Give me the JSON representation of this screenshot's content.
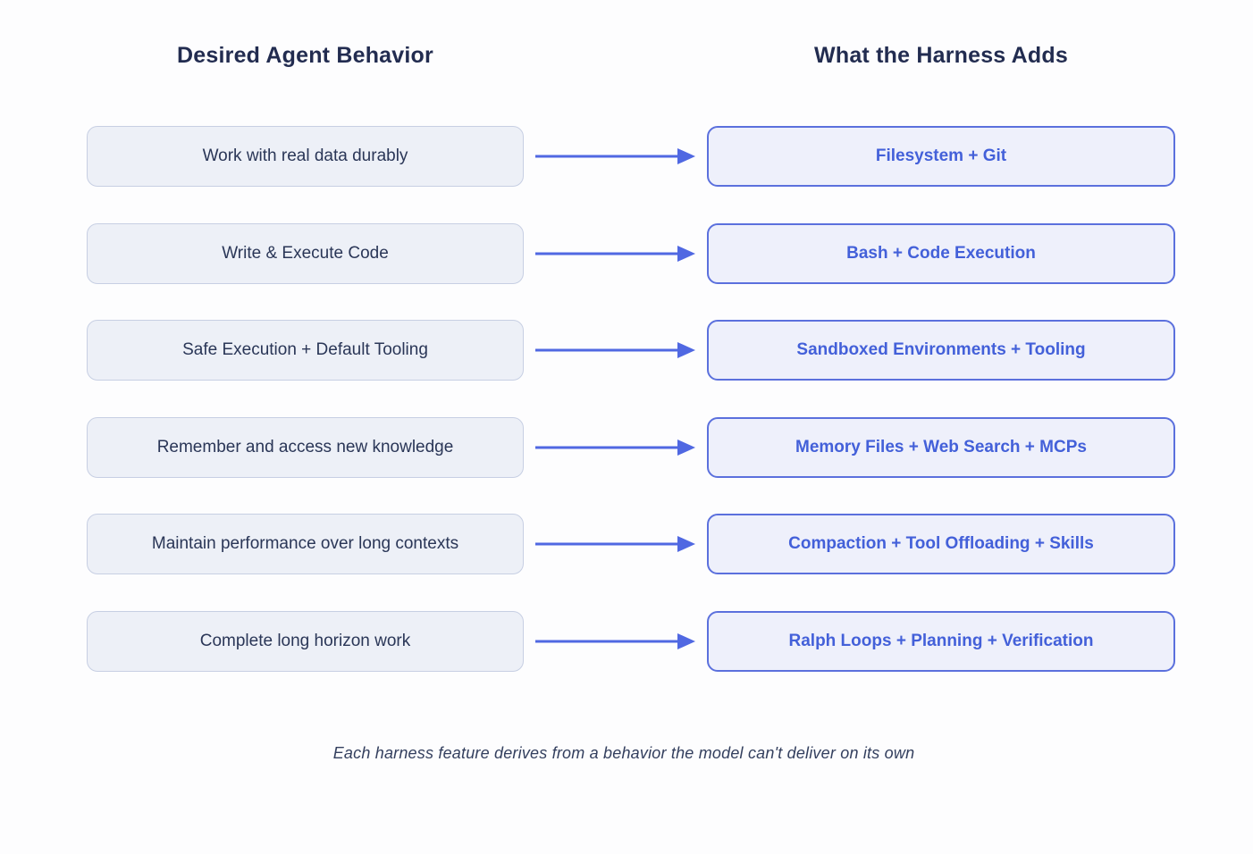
{
  "diagram": {
    "left_title": "Desired Agent Behavior",
    "right_title": "What the Harness Adds",
    "rows": [
      {
        "behavior": "Work with real data durably",
        "harness": "Filesystem + Git"
      },
      {
        "behavior": "Write & Execute Code",
        "harness": "Bash + Code Execution"
      },
      {
        "behavior": "Safe Execution + Default Tooling",
        "harness": "Sandboxed Environments + Tooling"
      },
      {
        "behavior": "Remember and access new knowledge",
        "harness": "Memory Files + Web Search + MCPs"
      },
      {
        "behavior": "Maintain performance over long contexts",
        "harness": "Compaction + Tool Offloading + Skills"
      },
      {
        "behavior": "Complete long horizon work",
        "harness": "Ralph Loops + Planning + Verification"
      }
    ],
    "caption": "Each harness feature derives from a behavior the model can't deliver on its own",
    "colors": {
      "title_text": "#222c50",
      "behavior_box_bg": "#edf0f7",
      "behavior_box_border": "#c7cfe3",
      "behavior_text": "#2a3657",
      "harness_box_bg": "#eef0fb",
      "harness_box_border": "#5b70dd",
      "harness_text": "#4360d9",
      "arrow": "#5068e2",
      "caption_text": "#333f5e"
    }
  }
}
